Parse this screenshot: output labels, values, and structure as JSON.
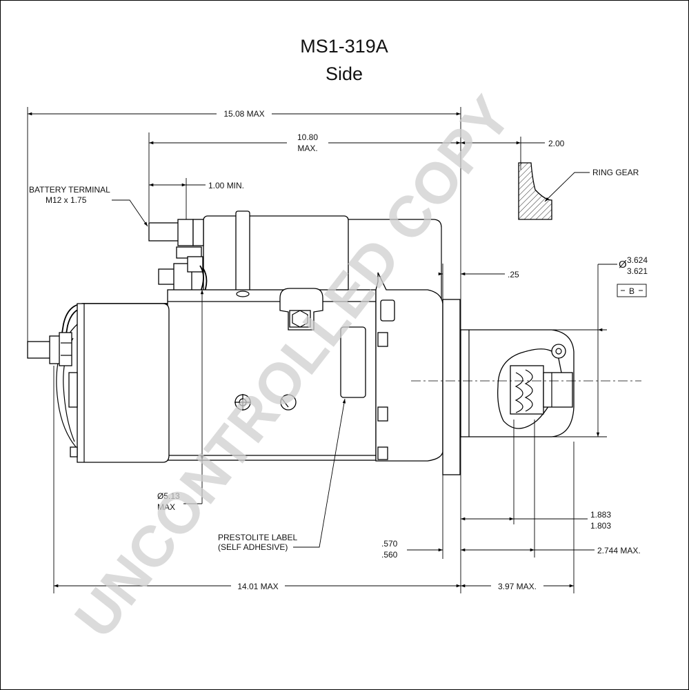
{
  "title": "MS1-319A",
  "subtitle": "Side",
  "watermark": "UNCONTROLLED COPY",
  "dimensions": {
    "overall_length": "15.08 MAX",
    "length_10_80_line1": "10.80",
    "length_10_80_line2": "MAX.",
    "flange_to_ring": "2.00",
    "terminal_min": "1.00 MIN.",
    "flange_thickness": ".25",
    "pilot_dia_upper": "3.624",
    "pilot_dia_lower": "3.621",
    "datum": "B",
    "dia_symbol": "Ø",
    "body_dia_line1": "Ø5.13",
    "body_dia_line2": "MAX",
    "gear_upper": "1.883",
    "gear_lower": "1.803",
    "mount_upper": ".570",
    "mount_lower": ".560",
    "max_2744": "2.744 MAX.",
    "length_1401": "14.01 MAX",
    "length_397": "3.97 MAX."
  },
  "labels": {
    "battery_terminal_line1": "BATTERY TERMINAL",
    "battery_terminal_line2": "M12 x 1.75",
    "ring_gear": "RING GEAR",
    "label_line1": "PRESTOLITE LABEL",
    "label_line2": "(SELF ADHESIVE)"
  }
}
